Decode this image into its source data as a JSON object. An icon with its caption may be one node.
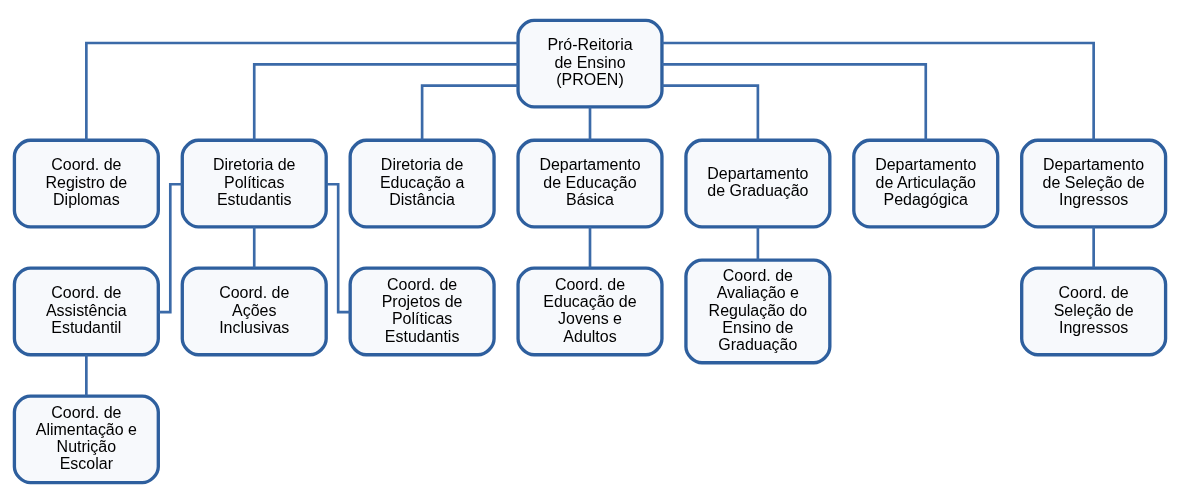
{
  "diagram": {
    "nodes": [
      {
        "text": [
          "Pró-Reitoria de Ensino (PROEN)"
        ]
      },
      {
        "text": [
          "Coord. de Registro de Diplomas"
        ]
      },
      {
        "text": [
          "Diretoria de Políticas Estudantis"
        ]
      },
      {
        "text": [
          "Diretoria de Educação a Distância"
        ]
      },
      {
        "text": [
          "Departamento de Educação Básica"
        ]
      },
      {
        "text": [
          "Departamento de Graduação"
        ]
      },
      {
        "text": [
          "Departamento de Articulação Pedagógica"
        ]
      },
      {
        "text": [
          "Departamento de Seleção de Ingressos"
        ]
      },
      {
        "text": [
          "Coord. de Assistência Estudantil"
        ]
      },
      {
        "text": [
          "Coord. de Ações Inclusivas"
        ]
      },
      {
        "text": [
          "Coord. de Projetos de Políticas Estudantis"
        ]
      },
      {
        "text": [
          "Coord. de Educação de Jovens e Adultos"
        ]
      },
      {
        "text": [
          "Coord. de Avaliação e Regulação do Ensino de Graduação"
        ]
      },
      {
        "text": [
          "Coord. de Seleção de Ingressos"
        ]
      },
      {
        "text": [
          "Coord. de Alimentação e Nutrição Escolar"
        ]
      }
    ],
    "edges": [
      {
        "from": 0,
        "to": 1,
        "arrow": "none"
      },
      {
        "from": 0,
        "to": 2,
        "arrow": "none"
      },
      {
        "from": 0,
        "to": 3,
        "arrow": "none"
      },
      {
        "from": 0,
        "to": 4,
        "arrow": "none"
      },
      {
        "from": 0,
        "to": 5,
        "arrow": "none"
      },
      {
        "from": 0,
        "to": 6,
        "arrow": "none"
      },
      {
        "from": 0,
        "to": 7,
        "arrow": "none"
      },
      {
        "from": 2,
        "to": 8,
        "arrow": "none"
      },
      {
        "from": 2,
        "to": 9,
        "arrow": "none"
      },
      {
        "from": 2,
        "to": 10,
        "arrow": "none"
      },
      {
        "from": 4,
        "to": 11,
        "arrow": "none"
      },
      {
        "from": 5,
        "to": 12,
        "arrow": "none"
      },
      {
        "from": 7,
        "to": 13,
        "arrow": "none"
      },
      {
        "from": 8,
        "to": 14,
        "arrow": "none"
      }
    ]
  }
}
